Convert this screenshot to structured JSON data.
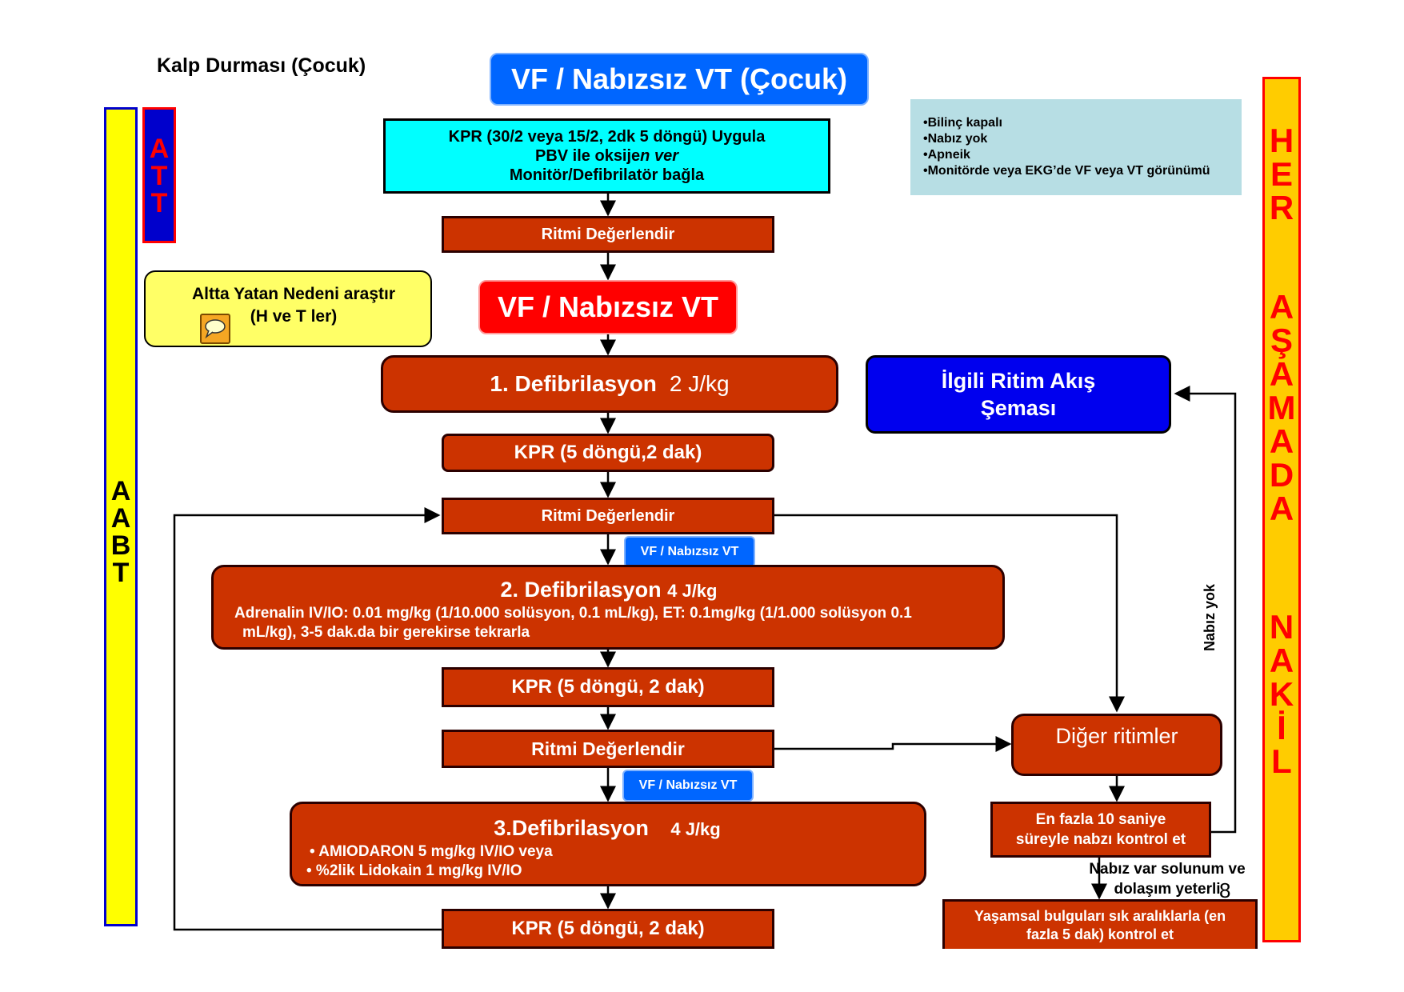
{
  "header": {
    "page_title": "Kalp Durması (Çocuk)",
    "main_title": "VF / Nabızsız VT (Çocuk)"
  },
  "info_box": {
    "items": [
      "•Bilinç kapalı",
      "•Nabız yok",
      "•Apneik",
      "•Monitörde  veya EKG’de VF veya VT görünümü"
    ]
  },
  "side_labels": {
    "att": [
      "A",
      "T",
      "T"
    ],
    "aabt": [
      "A",
      "A",
      "B",
      "T"
    ],
    "her_asamada_nakil": [
      "H",
      "E",
      "R",
      "",
      "A",
      "Ş",
      "A",
      "M",
      "A",
      "D",
      "A",
      "",
      "N",
      "A",
      "K",
      "İ",
      "L"
    ]
  },
  "underlying_cause": {
    "line1": "Altta Yatan Nedeni araştır",
    "line2": "(H ve T ler)"
  },
  "flow": {
    "cpr_start": {
      "line1": "KPR (30/2 veya 15/2, 2dk 5 döngü) Uygula",
      "line2_a": "PBV ile oksije",
      "line2_b": "n ver",
      "line3": "Monitör/Defibrilatör bağla"
    },
    "assess_rhythm_1": "Ritmi Değerlendir",
    "vf_pulseless": "VF / Nabızsız VT",
    "defib_1": {
      "title": "1. Defibrilasyon",
      "dose": "2 J/kg"
    },
    "cpr_1": "KPR (5 döngü,2 dak)",
    "assess_rhythm_2": "Ritmi Değerlendir",
    "vf_tag_1": "VF / Nabızsız VT",
    "defib_2": {
      "title": "2. Defibrilasyon",
      "dose": "4 J/kg",
      "line1": "Adrenalin IV/IO: 0.01 mg/kg (1/10.000 solüsyon, 0.1 mL/kg), ET: 0.1mg/kg (1/1.000 solüsyon 0.1",
      "line2": "mL/kg), 3-5 dak.da bir gerekirse tekrarla"
    },
    "cpr_2": "KPR  (5 döngü, 2 dak)",
    "assess_rhythm_3": "Ritmi Değerlendir",
    "vf_tag_2": "VF / Nabızsız VT",
    "defib_3": {
      "title": "3.Defibrilasyon",
      "dose": "4 J/kg",
      "bullet1": "•  AMIODARON 5 mg/kg IV/IO veya",
      "bullet2": "• %2lik Lidokain 1 mg/kg IV/IO"
    },
    "cpr_3": "KPR  (5 döngü, 2 dak)"
  },
  "right_branch": {
    "related_rhythm": {
      "line1": "İlgili Ritim Akış",
      "line2": "Şeması"
    },
    "other_rhythms": "Diğer ritimler",
    "pulse_check": {
      "line1": "En fazla 10 saniye",
      "line2": "süreyle nabzı kontrol et"
    },
    "no_pulse_label": "Nabız yok",
    "pulse_present": {
      "line1": "Nabız var solunum ve",
      "line2": "dolaşım yeterli"
    },
    "vitals": {
      "line1": "Yaşamsal bulguları sık aralıklarla (en",
      "line2": "fazla 5 dak) kontrol et"
    }
  },
  "page_number": "8",
  "colors": {
    "step_red": "#cc3300",
    "title_blue": "#0066ff",
    "alarm_red": "#ff0000",
    "cyan": "#00ffff",
    "yellow": "#ffff00",
    "info_bg": "#b7dee4",
    "orange_bar": "#ffcc00",
    "navy": "#0000cc"
  },
  "icons": [
    "speech-bubble-icon"
  ]
}
